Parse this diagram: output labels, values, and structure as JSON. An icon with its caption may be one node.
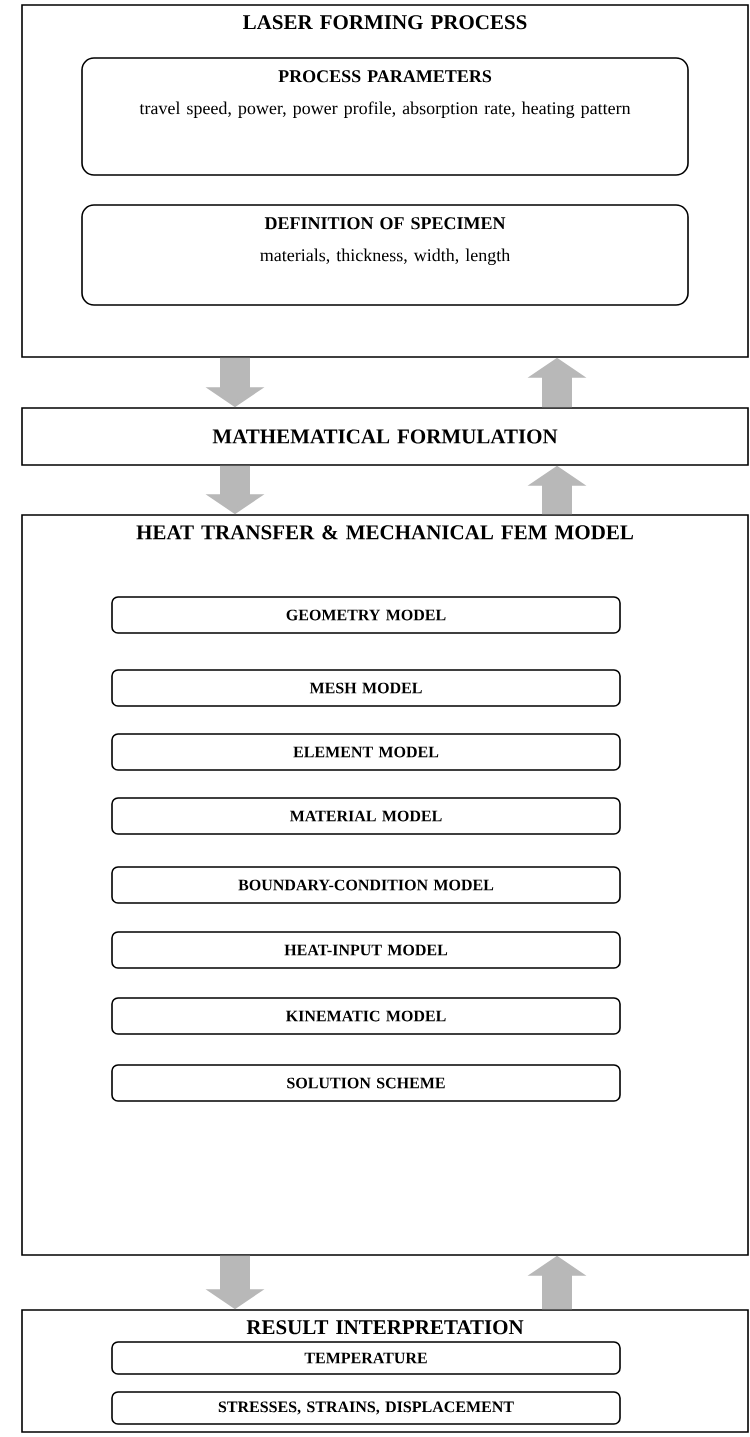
{
  "diagram": {
    "nodes": [
      {
        "text": [
          "LASER FORMING PROCESS"
        ]
      },
      {
        "text": [
          "PROCESS PARAMETERS",
          "travel speed, power, power profile, absorption rate, heating pattern"
        ],
        "in": 0
      },
      {
        "text": [
          "DEFINITION OF SPECIMEN",
          "materials, thickness, width, length"
        ],
        "in": 0
      },
      {
        "text": [
          "MATHEMATICAL FORMULATION"
        ]
      },
      {
        "text": [
          "HEAT TRANSFER & MECHANICAL FEM MODEL"
        ]
      },
      {
        "text": [
          "GEOMETRY MODEL"
        ],
        "in": 4
      },
      {
        "text": [
          "MESH MODEL"
        ],
        "in": 4
      },
      {
        "text": [
          "ELEMENT MODEL"
        ],
        "in": 4
      },
      {
        "text": [
          "MATERIAL MODEL"
        ],
        "in": 4
      },
      {
        "text": [
          "BOUNDARY-CONDITION MODEL"
        ],
        "in": 4
      },
      {
        "text": [
          "HEAT-INPUT MODEL"
        ],
        "in": 4
      },
      {
        "text": [
          "KINEMATIC MODEL"
        ],
        "in": 4
      },
      {
        "text": [
          "SOLUTION SCHEME"
        ],
        "in": 4
      },
      {
        "text": [
          "RESULT INTERPRETATION"
        ]
      },
      {
        "text": [
          "TEMPERATURE"
        ],
        "in": 13
      },
      {
        "text": [
          "STRESSES, STRAINS, DISPLACEMENT"
        ],
        "in": 13
      }
    ],
    "edges": [
      {
        "from": 0,
        "to": 3,
        "arrow": "to"
      },
      {
        "from": 3,
        "to": 0,
        "arrow": "to"
      },
      {
        "from": 3,
        "to": 4,
        "arrow": "to"
      },
      {
        "from": 4,
        "to": 3,
        "arrow": "to"
      },
      {
        "from": 4,
        "to": 13,
        "arrow": "to"
      },
      {
        "from": 13,
        "to": 4,
        "arrow": "to"
      }
    ]
  }
}
